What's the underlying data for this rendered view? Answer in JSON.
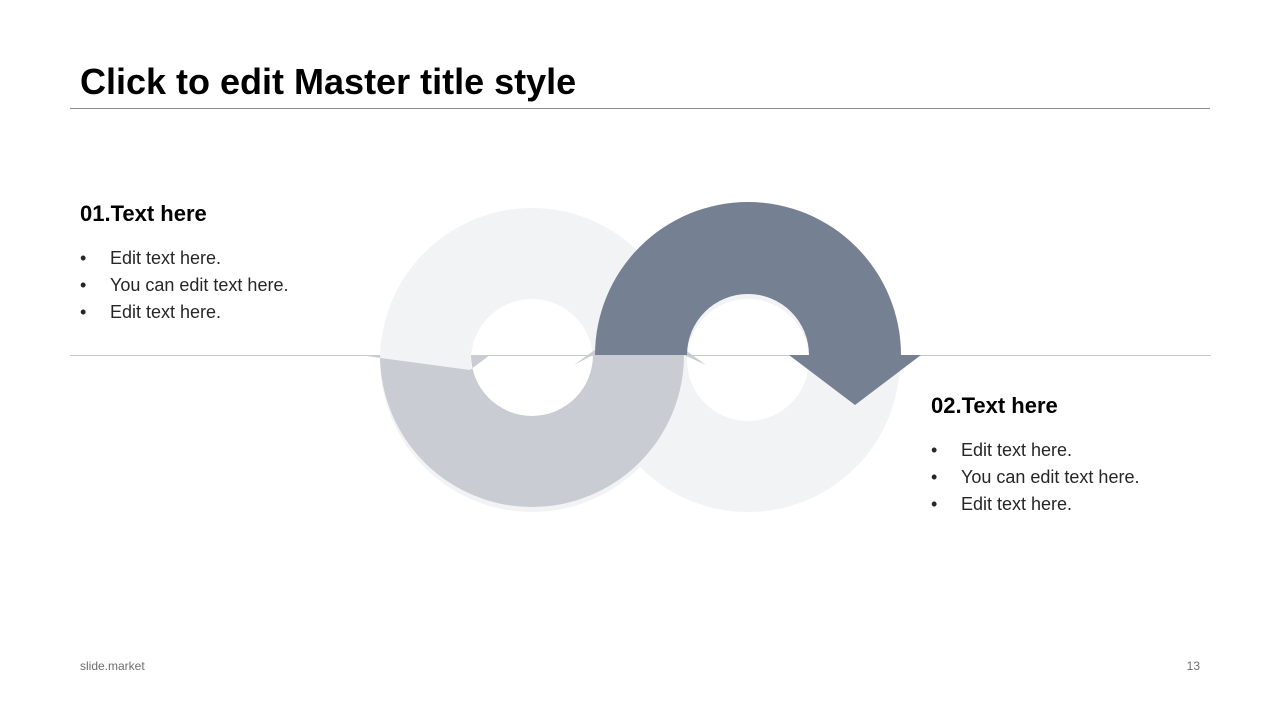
{
  "slide": {
    "title": "Click to edit Master title style",
    "footer_left": "slide.market",
    "page_number": "13"
  },
  "diagram": {
    "type": "two interlocking circular arrows",
    "colors": {
      "ring_light": "#f2f3f5",
      "arrow_left": "#c9cdd3",
      "arrow_right": "#758193",
      "rule": "#c8c8c8"
    }
  },
  "blocks": [
    {
      "heading": "01.Text here",
      "items": [
        "Edit text here.",
        "You can edit text here.",
        "Edit text here."
      ]
    },
    {
      "heading": "02.Text here",
      "items": [
        "Edit text here.",
        "You can edit text here.",
        "Edit text here."
      ]
    }
  ],
  "bullet_glyph": "•"
}
